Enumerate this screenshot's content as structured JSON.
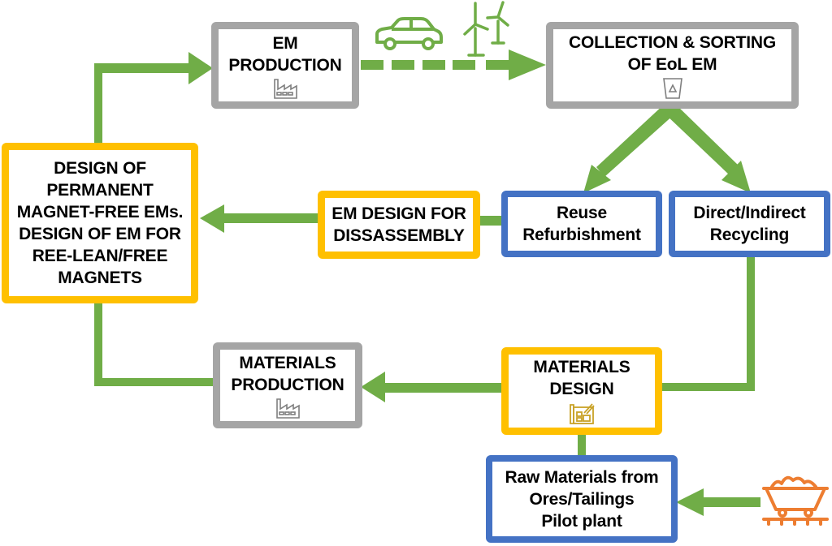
{
  "diagram": {
    "colors": {
      "arrow": "#70ad47",
      "process_gray": "#a5a5a5",
      "design_yellow": "#ffc000",
      "circular_blue": "#4472c4",
      "icon_gray": "#7f7f7f",
      "icon_gold": "#c9a227",
      "cart_orange": "#ed7d31"
    },
    "nodes": {
      "em_production": {
        "label": "EM\nPRODUCTION",
        "icon": "factory-icon"
      },
      "collection_sorting": {
        "label": "COLLECTION & SORTING\nOF EoL EM",
        "icon": "recycle-bin-icon"
      },
      "design_pm_free": {
        "label": "DESIGN OF\nPERMANENT\nMAGNET-FREE EMs.\nDESIGN OF EM FOR\nREE-LEAN/FREE\nMAGNETS"
      },
      "em_design_disassembly": {
        "label": "EM DESIGN FOR\nDISSASSEMBLY"
      },
      "reuse": {
        "label": "Reuse\nRefurbishment"
      },
      "recycling": {
        "label": "Direct/Indirect\nRecycling"
      },
      "materials_production": {
        "label": "MATERIALS\nPRODUCTION",
        "icon": "factory-icon"
      },
      "materials_design": {
        "label": "MATERIALS\nDESIGN",
        "icon": "blueprint-icon"
      },
      "raw_materials": {
        "label": "Raw Materials from\nOres/Tailings\nPilot plant"
      }
    },
    "decorations": [
      "car-icon",
      "wind-turbine-icon",
      "mine-cart-icon"
    ],
    "edges": [
      {
        "from": "design_pm_free",
        "to": "em_production",
        "style": "solid"
      },
      {
        "from": "em_production",
        "to": "collection_sorting",
        "style": "dashed"
      },
      {
        "from": "collection_sorting",
        "to": "reuse",
        "style": "solid"
      },
      {
        "from": "collection_sorting",
        "to": "recycling",
        "style": "solid"
      },
      {
        "from": "reuse",
        "to": "em_design_disassembly",
        "style": "line"
      },
      {
        "from": "em_design_disassembly",
        "to": "design_pm_free",
        "style": "solid"
      },
      {
        "from": "recycling",
        "to": "materials_design",
        "style": "line"
      },
      {
        "from": "materials_design",
        "to": "materials_production",
        "style": "solid"
      },
      {
        "from": "materials_production",
        "to": "design_pm_free",
        "style": "line"
      },
      {
        "from": "materials_design",
        "to": "raw_materials",
        "style": "line"
      },
      {
        "from": "mine-cart",
        "to": "raw_materials",
        "style": "solid"
      }
    ]
  }
}
